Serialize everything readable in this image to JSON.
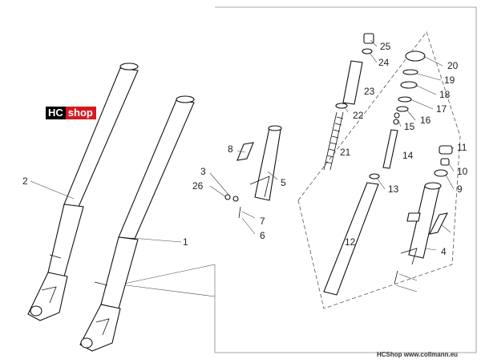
{
  "logo": {
    "part1": "HC",
    "part2": "shop"
  },
  "footer": "HCShop www.collmann.eu",
  "callouts": [
    "1",
    "2",
    "3",
    "4",
    "5",
    "6",
    "7",
    "8",
    "9",
    "10",
    "11",
    "12",
    "13",
    "14",
    "15",
    "16",
    "17",
    "18",
    "19",
    "20",
    "21",
    "22",
    "23",
    "24",
    "25",
    "26"
  ],
  "colors": {
    "logo_red": "#d7191f",
    "logo_black": "#000000",
    "line": "#111111"
  }
}
